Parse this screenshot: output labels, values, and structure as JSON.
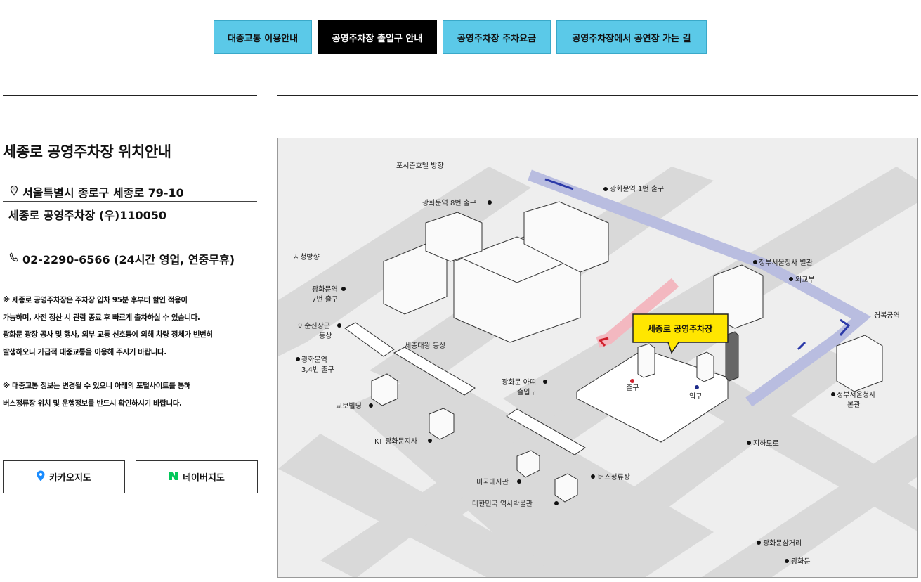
{
  "tabs": [
    "대중교통 이용안내",
    "공영주차장 출입구 안내",
    "공영주차장 주차요금",
    "공영주차장에서 공연장 가는 길"
  ],
  "info": {
    "title": "세종로 공영주차장 위치안내",
    "address": "서울특별시 종로구 세종로 79-10",
    "address_sub": "세종로 공영주차장 (우)110050",
    "phone": "02-2290-6566 (24시간 영업, 연중무휴)",
    "notice1": [
      "※ 세종로 공영주차장은 주차장 입차 95분 후부터 할인 적용이",
      "가능하며, 사전 정산 시 관람 종료 후 빠르게 출차하실 수 있습니다.",
      "광화문 광장 공사 및 행사, 외부 교통 신호등에 의해 차량 정체가 빈번히",
      "발생하오니 가급적 대중교통을 이용해 주시기 바랍니다."
    ],
    "notice2": [
      "※ 대중교통 정보는 변경될 수 있으니 아래의 포털사이트를 통해",
      "버스정류장 위치 및 운행정보를 반드시 확인하시기 바랍니다."
    ]
  },
  "buttons": {
    "kakao": "카카오지도",
    "naver": "네이버지도"
  },
  "colors": {
    "tab": "#5bc9e8",
    "tab_active": "#000000",
    "kakao_pin": "#1a8cff",
    "naver": "#03c75a",
    "callout": "#ffe600",
    "route": "#b9bde0",
    "exit_path": "#f3b8c0"
  },
  "map": {
    "callout": "세종로 공영주차장",
    "labels": {
      "four_seasons": "포시즌호텔 방향",
      "exit1": "광화문역 1번 출구",
      "exit8": "광화문역 8번 출구",
      "city_hall": "시청방향",
      "gov_annex": "정부서울청사 별관",
      "foreign_ministry": "외교부",
      "exit7a": "광화문역",
      "exit7b": "7번 출구",
      "gyeongbok": "경복궁역",
      "yisunsin_a": "이순신장군",
      "yisunsin_b": "동상",
      "sejong_statue": "세종대왕 동상",
      "exit34a": "광화문역",
      "exit34b": "3,4번 출구",
      "kyobo": "교보빌딩",
      "arte_a": "광화문 아띠",
      "arte_b": "출입구",
      "out": "출구",
      "in": "입구",
      "gov_main_a": "정부서울청사",
      "gov_main_b": "본관",
      "kt": "KT 광화문지사",
      "underpass": "지하도로",
      "us_embassy": "미국대사관",
      "bus_stop": "버스정류장",
      "museum": "대한민국 역사박물관",
      "samgeori": "광화문삼거리",
      "gwanghwamun": "광화문"
    }
  }
}
